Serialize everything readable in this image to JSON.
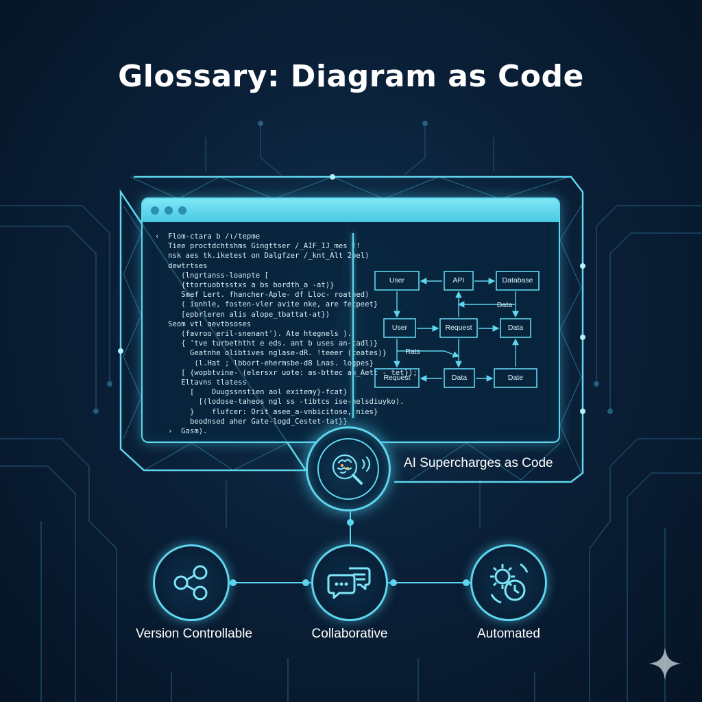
{
  "title": "Glossary: Diagram as Code",
  "code_lines": [
    "‹  Flom-ctara b /ι/tepme",
    "   Tiee proctdchtshms Gingttser /_AIF_IJ_mes !!",
    "   nsk aes tk.iketest on Dalgfzer /_knt_Alt 2oel)",
    "   dewtrtses",
    "      (lngrtanss-loanpte [",
    "      {ttortuobtsstxs a bs bordth_a -at)}",
    "      Smef Lert. fhancher-Aple- df Lloc- roatned)",
    "      ( ionhle, fosten-vler avite nke, are fecpeet}",
    "      [epbrleren alis alope_tbattat-at})",
    "   Seom vtl aevtbsoses",
    "      (favroo eril-snenant'). Ate htegnels ).",
    "      { 'tve turbeththt e eds. ant b uses an-tadl)}",
    "        Geatnhe olibtives nglase-dR. !teeer (ceates)}",
    "         (l.Hat ; lbbort-ehermsbe-d8 Lnas. logpes}",
    "      [ {wopbtvine- (elersxr uote: as-bttec an_Aett - tet});",
    "      Eltavns tlatess",
    "        [    Duugssnstien aol exitemy}-fcat}",
    "          [(lodose-taheos ngl ss -tibtcs ise-nelsdiuyko).",
    "        }    flufcer: Orit asee_a-vnbicitose, nies}",
    "        beodnsed aher Gate-logd_Cestet-tat}}",
    "   ›  Gasm)."
  ],
  "flow": {
    "nodes": [
      {
        "id": "r1c1",
        "label": "User"
      },
      {
        "id": "r1c2",
        "label": "API"
      },
      {
        "id": "r1c3",
        "label": "Database"
      },
      {
        "id": "r2c1",
        "label": "User"
      },
      {
        "id": "r2c2",
        "label": "Request"
      },
      {
        "id": "r2c3",
        "label": "Data"
      },
      {
        "id": "r3c1",
        "label": "Request"
      },
      {
        "id": "r3c2",
        "label": "Data"
      },
      {
        "id": "r3c3",
        "label": "Date"
      }
    ],
    "edge_labels": {
      "data": "Data",
      "rats": "Rats"
    }
  },
  "ai": {
    "caption": "AI Supercharges as Code",
    "icon": "brain-magnifier-icon"
  },
  "features": [
    {
      "label": "Version Controllable",
      "icon": "branch-share-icon"
    },
    {
      "label": "Collaborative",
      "icon": "chat-bubbles-icon"
    },
    {
      "label": "Automated",
      "icon": "gear-clock-icon"
    }
  ],
  "colors": {
    "accent": "#5fd6ee",
    "background": "#0a2038",
    "titlebar": "#6fe0f3"
  }
}
